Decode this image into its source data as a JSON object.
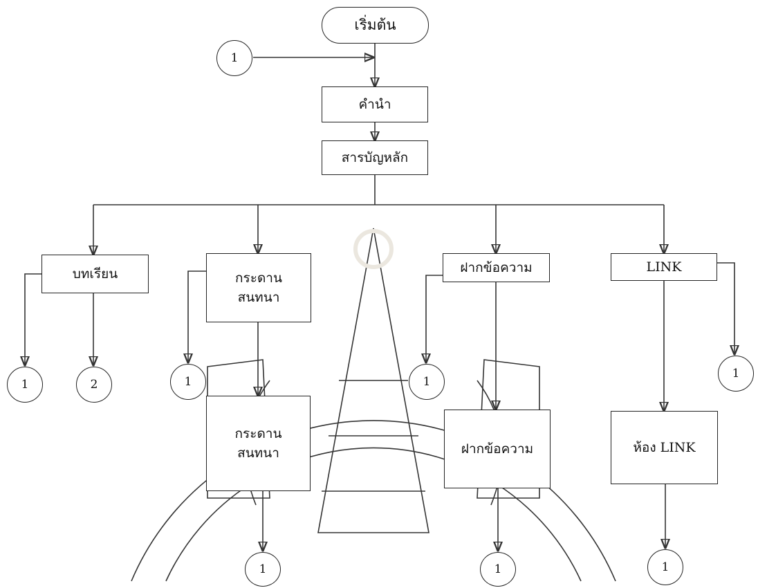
{
  "diagram": {
    "start": "เริ่มต้น",
    "intro": "คำนำ",
    "menu": "สารบัญหลัก",
    "branches": {
      "lessons": "บทเรียน",
      "board": "กระดาน\nสนทนา",
      "message": "ฝากข้อความ",
      "link": "LINK"
    },
    "sub": {
      "board": "กระดาน\nสนทนา",
      "message": "ฝากข้อความ",
      "link": "ห้อง LINK"
    },
    "connectors": {
      "top": "1",
      "lessons_a": "1",
      "lessons_b": "2",
      "board": "1",
      "board_end": "1",
      "message": "1",
      "message_end": "1",
      "link": "1",
      "link_end": "1"
    }
  },
  "colors": {
    "line": "#222222",
    "watermark": "#e9e4dc"
  }
}
